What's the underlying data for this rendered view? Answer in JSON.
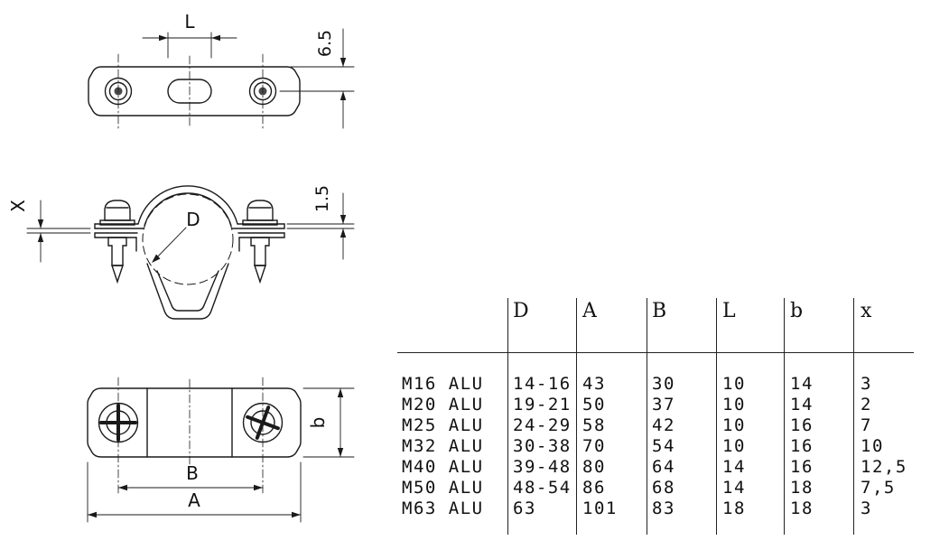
{
  "drawing": {
    "labels": {
      "slot_length": "L",
      "edge_to_hole": "6.5",
      "gap": "X",
      "pipe_diameter": "D",
      "material_thickness": "1.5",
      "plate_width": "b",
      "hole_spacing": "B",
      "overall_length": "A"
    }
  },
  "table": {
    "headers": [
      "D",
      "A",
      "B",
      "L",
      "b",
      "x"
    ],
    "rows": [
      {
        "label": "M16 ALU",
        "values": [
          "14-16",
          "43",
          "30",
          "10",
          "14",
          "3"
        ]
      },
      {
        "label": "M20 ALU",
        "values": [
          "19-21",
          "50",
          "37",
          "10",
          "14",
          "2"
        ]
      },
      {
        "label": "M25 ALU",
        "values": [
          "24-29",
          "58",
          "42",
          "10",
          "16",
          "7"
        ]
      },
      {
        "label": "M32 ALU",
        "values": [
          "30-38",
          "70",
          "54",
          "10",
          "16",
          "10"
        ]
      },
      {
        "label": "M40 ALU",
        "values": [
          "39-48",
          "80",
          "64",
          "14",
          "16",
          "12,5"
        ]
      },
      {
        "label": "M50 ALU",
        "values": [
          "48-54",
          "86",
          "68",
          "14",
          "18",
          "7,5"
        ]
      },
      {
        "label": "M63 ALU",
        "values": [
          "63",
          "101",
          "83",
          "18",
          "18",
          "3"
        ]
      }
    ]
  }
}
